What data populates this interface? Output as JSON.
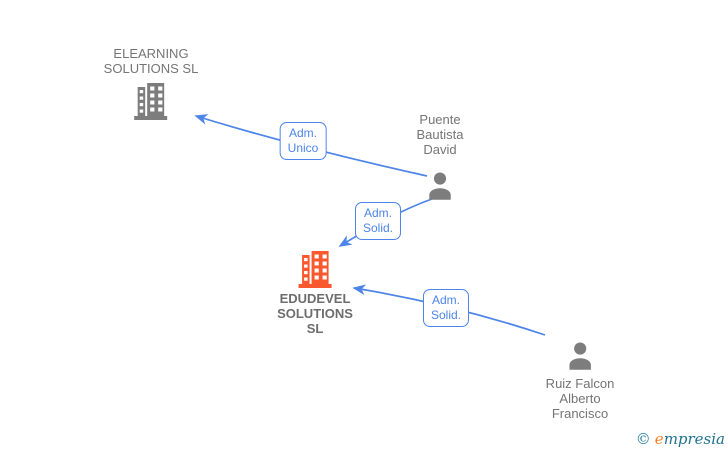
{
  "graph": {
    "colors": {
      "edge_blue": "#4d84e8",
      "node_text_gray": "#757575",
      "company_accent_orange": "#fa582e",
      "icon_gray": "#7d7d7d"
    },
    "nodes": [
      {
        "id": "elearning-solutions-sl",
        "type": "company",
        "icon": "building-icon",
        "icon_color": "#7d7d7d",
        "emphasis": false,
        "lines": [
          "ELEARNING",
          "SOLUTIONS SL"
        ]
      },
      {
        "id": "puente-bautista-david",
        "type": "person",
        "icon": "person-icon",
        "icon_color": "#7d7d7d",
        "emphasis": false,
        "lines": [
          "Puente",
          "Bautista",
          "David"
        ]
      },
      {
        "id": "edudevel-solutions-sl",
        "type": "company",
        "icon": "building-icon",
        "icon_color": "#fa582e",
        "emphasis": true,
        "lines": [
          "EDUDEVEL",
          "SOLUTIONS",
          "SL"
        ]
      },
      {
        "id": "ruiz-falcon-alberto-francisco",
        "type": "person",
        "icon": "person-icon",
        "icon_color": "#7d7d7d",
        "emphasis": false,
        "lines": [
          "Ruiz Falcon",
          "Alberto",
          "Francisco"
        ]
      }
    ],
    "edges": [
      {
        "from": "puente-bautista-david",
        "to": "elearning-solutions-sl",
        "label_lines": [
          "Adm.",
          "Unico"
        ]
      },
      {
        "from": "puente-bautista-david",
        "to": "edudevel-solutions-sl",
        "label_lines": [
          "Adm.",
          "Solid."
        ]
      },
      {
        "from": "ruiz-falcon-alberto-francisco",
        "to": "edudevel-solutions-sl",
        "label_lines": [
          "Adm.",
          "Solid."
        ]
      }
    ]
  },
  "watermark": {
    "copyright_symbol": "©",
    "brand_initial": "e",
    "brand_rest": "mpresia"
  }
}
